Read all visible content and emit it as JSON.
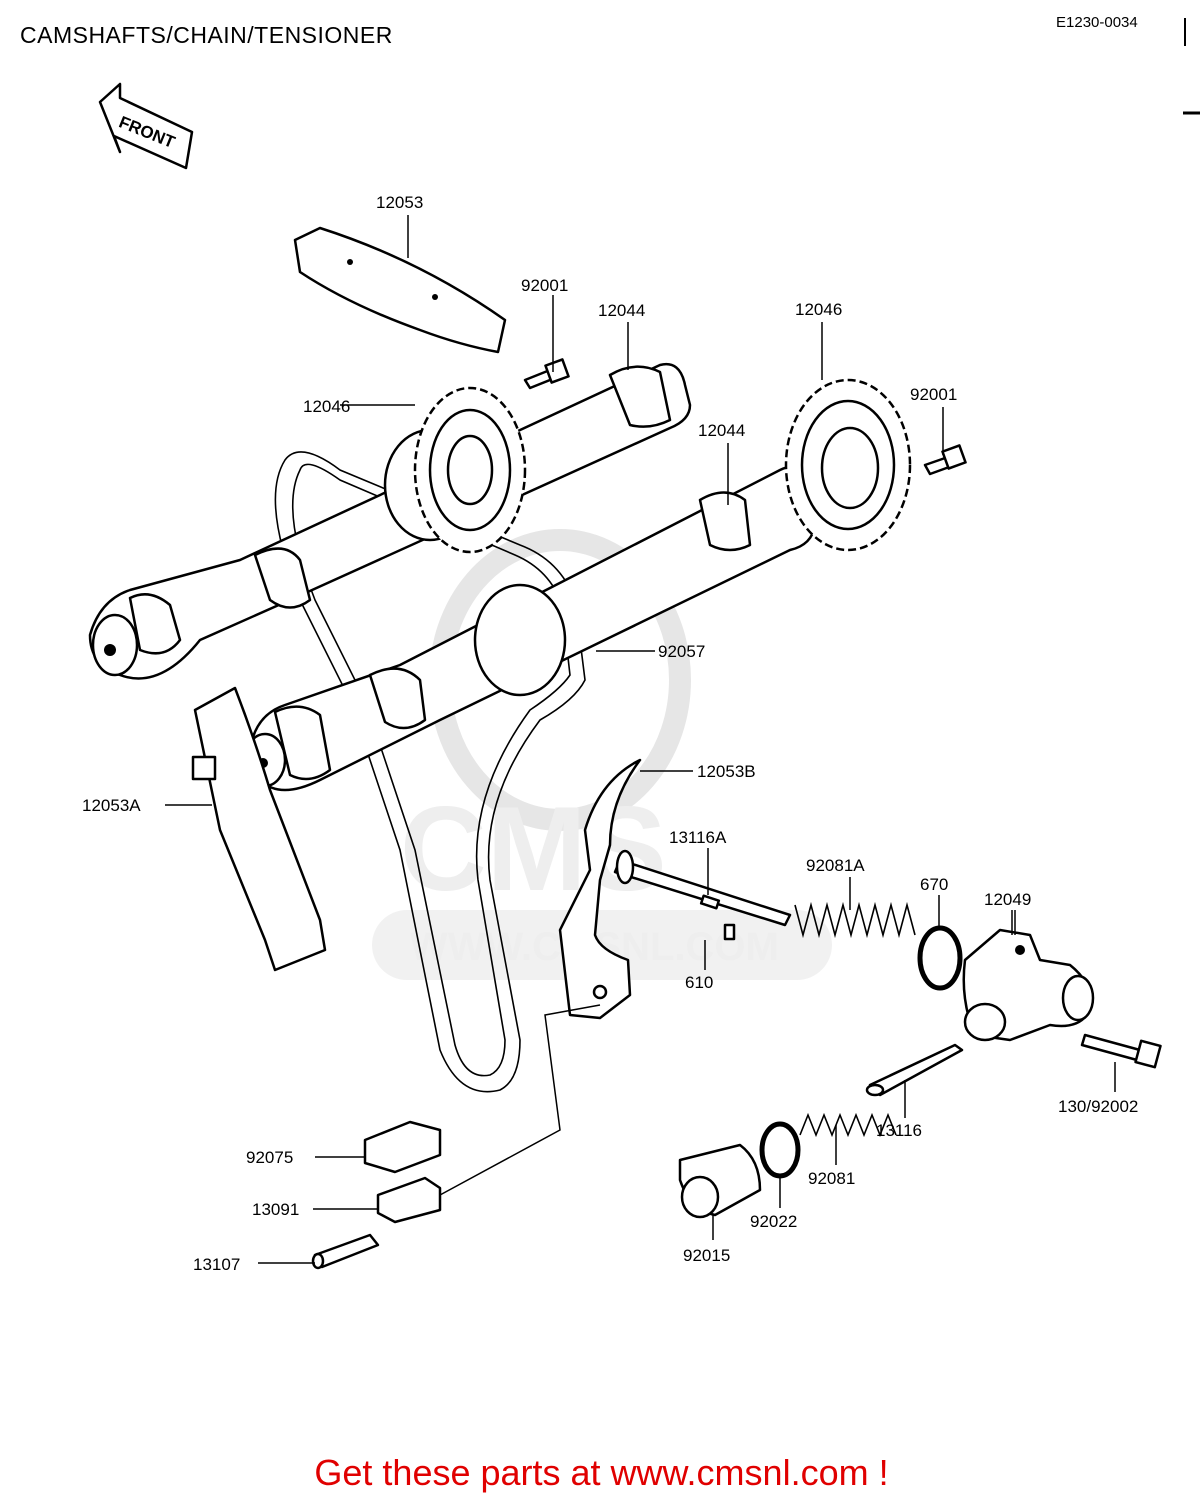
{
  "header": {
    "title": "CAMSHAFTS/CHAIN/TENSIONER",
    "code": "E1230-0034"
  },
  "front_arrow": "FRONT",
  "watermark": {
    "logo": "CMS",
    "url": "WWW.CMSNL.COM"
  },
  "labels": {
    "p12053": "12053",
    "p92001_top": "92001",
    "p12044_top": "12044",
    "p12046_right": "12046",
    "p12046_left": "12046",
    "p92001_right": "92001",
    "p12044_mid": "12044",
    "p92057": "92057",
    "p12053B": "12053B",
    "p12053A": "12053A",
    "p13116A": "13116A",
    "p92081A": "92081A",
    "p670": "670",
    "p12049": "12049",
    "p610": "610",
    "p13116": "13116",
    "p130_92002": "130/92002",
    "p92081": "92081",
    "p92022": "92022",
    "p92015": "92015",
    "p92075": "92075",
    "p13091": "13091",
    "p13107": "13107"
  },
  "footer": "Get these parts at www.cmsnl.com !"
}
